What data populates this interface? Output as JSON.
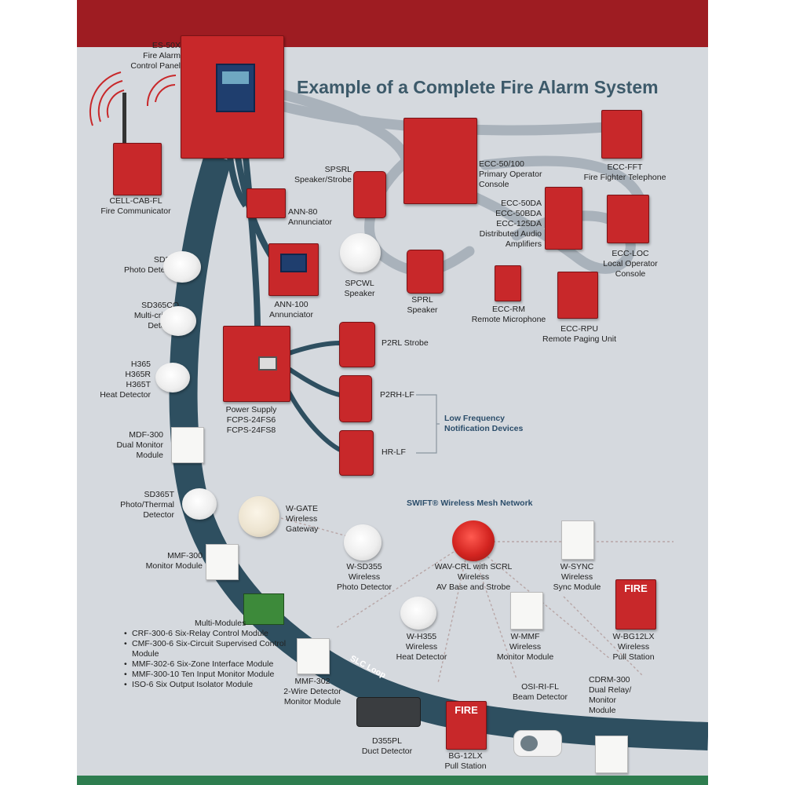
{
  "title": "Example of a Complete Fire Alarm System",
  "colors": {
    "banner": "#9e1c22",
    "loop": "#2e4f60",
    "network_line": "#a9b2bb",
    "title": "#3d5a6a",
    "device_red": "#c8282a"
  },
  "devices": {
    "es50x": "ES-50X\nFire Alarm\nControl Panel",
    "cell_cab": "CELL-CAB-FL\nFire Communicator",
    "spsrl": "SPSRL\nSpeaker/Strobe",
    "ann80": "ANN-80\nAnnunciator",
    "ecc50": "ECC-50/100\nPrimary Operator\nConsole",
    "ecc_fft": "ECC-FFT\nFire Fighter Telephone",
    "ecc50da": "ECC-50DA\nECC-50BDA\nECC-125DA\nDistributed Audio\nAmplifiers",
    "ecc_loc": "ECC-LOC\nLocal Operator\nConsole",
    "sd365": "SD365\nPhoto Detector",
    "spcwl": "SPCWL\nSpeaker",
    "sprl": "SPRL\nSpeaker",
    "ann100": "ANN-100\nAnnunciator",
    "ecc_rm": "ECC-RM\nRemote Microphone",
    "ecc_rpu": "ECC-RPU\nRemote Paging Unit",
    "sd365co": "SD365CO\nMulti-criteria\nDetector",
    "p2rl": "P2RL Strobe",
    "h365": "H365\nH365R\nH365T\nHeat Detector",
    "p2rh": "P2RH-LF",
    "power_supply": "Power Supply\nFCPS-24FS6\nFCPS-24FS8",
    "mdf300": "MDF-300\nDual Monitor\nModule",
    "hrlf": "HR-LF",
    "sd365t": "SD365T\nPhoto/Thermal\nDetector",
    "wgate": "W-GATE\nWireless\nGateway",
    "mmf300": "MMF-300\nMonitor Module",
    "wsd355": "W-SD355\nWireless\nPhoto Detector",
    "wavcrl": "WAV-CRL with SCRL\nWireless\nAV Base and Strobe",
    "wsync": "W-SYNC\nWireless\nSync Module",
    "wh355": "W-H355\nWireless\nHeat Detector",
    "wmmf": "W-MMF\nWireless\nMonitor Module",
    "wbg12lx": "W-BG12LX\nWireless\nPull Station",
    "mmf302": "MMF-302\n2-Wire Detector\nMonitor Module",
    "osi": "OSI-RI-FL\nBeam Detector",
    "cdrm": "CDRM-300\nDual Relay/\nMonitor\nModule",
    "d355pl": "D355PL\nDuct Detector",
    "bg12lx": "BG-12LX\nPull Station"
  },
  "headings": {
    "low_freq": "Low Frequency\nNotification Devices",
    "swift": "SWIFT® Wireless Mesh Network",
    "slc_loop": "SLC Loop",
    "multi_modules": "Multi-Modules"
  },
  "multi_modules": [
    "CRF-300-6 Six-Relay Control Module",
    "CMF-300-6 Six-Circuit Supervised Control Module",
    "MMF-302-6 Six-Zone Interface Module",
    "MMF-300-10 Ten Input Monitor Module",
    "ISO-6 Six Output Isolator Module"
  ],
  "fire_sign": "FIRE"
}
